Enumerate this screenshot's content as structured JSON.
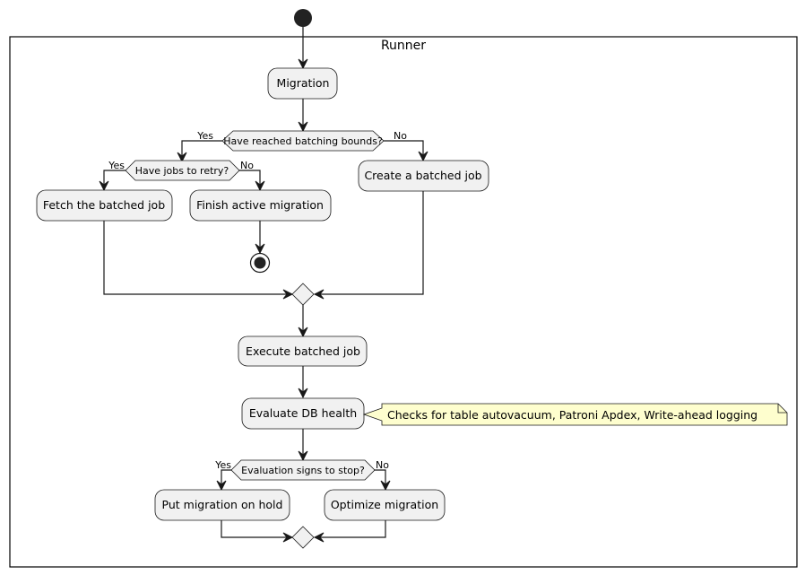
{
  "partition": {
    "title": "Runner"
  },
  "activities": {
    "migration": "Migration",
    "create_job": "Create a batched job",
    "fetch_job": "Fetch the batched job",
    "finish_migration": "Finish active migration",
    "execute_job": "Execute batched job",
    "evaluate_health": "Evaluate DB health",
    "hold_migration": "Put migration on hold",
    "optimize_migration": "Optimize migration"
  },
  "decisions": {
    "batching_bounds": {
      "question": "Have reached batching bounds?",
      "yes": "Yes",
      "no": "No"
    },
    "jobs_retry": {
      "question": "Have jobs to retry?",
      "yes": "Yes",
      "no": "No"
    },
    "signs_stop": {
      "question": "Evaluation signs to stop?",
      "yes": "Yes",
      "no": "No"
    }
  },
  "note": {
    "text": "Checks for table autovacuum, Patroni Apdex, Write-ahead logging"
  }
}
